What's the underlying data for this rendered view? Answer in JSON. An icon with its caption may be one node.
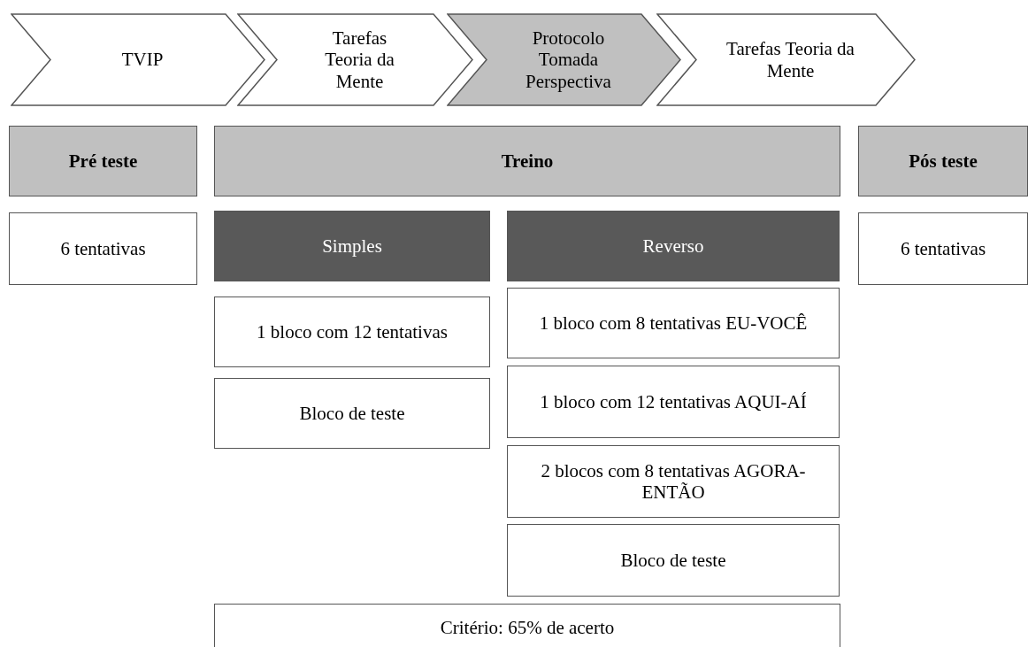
{
  "diagram": {
    "nodes": [
      {
        "text": [
          "TVIP"
        ]
      },
      {
        "text": [
          "Tarefas Teoria da Mente"
        ]
      },
      {
        "text": [
          "Protocolo Tomada Perspectiva"
        ]
      },
      {
        "text": [
          "Tarefas Teoria da Mente"
        ]
      },
      {
        "text": [
          "Pré teste"
        ]
      },
      {
        "text": [
          "Treino"
        ]
      },
      {
        "text": [
          "Pós teste"
        ]
      },
      {
        "text": [
          "6 tentativas"
        ]
      },
      {
        "text": [
          "Simples"
        ]
      },
      {
        "text": [
          "Reverso"
        ]
      },
      {
        "text": [
          "6 tentativas"
        ]
      },
      {
        "text": [
          "1 bloco com 12 tentativas"
        ]
      },
      {
        "text": [
          "1 bloco com 8 tentativas EU-VOCÊ"
        ]
      },
      {
        "text": [
          "Bloco de teste"
        ]
      },
      {
        "text": [
          "1 bloco com 12 tentativas AQUI-AÍ"
        ]
      },
      {
        "text": [
          "2 blocos com 8 tentativas AGORA-ENTÃO"
        ]
      },
      {
        "text": [
          "Bloco de teste"
        ]
      },
      {
        "text": [
          "Critério: 65% de acerto"
        ]
      }
    ]
  }
}
